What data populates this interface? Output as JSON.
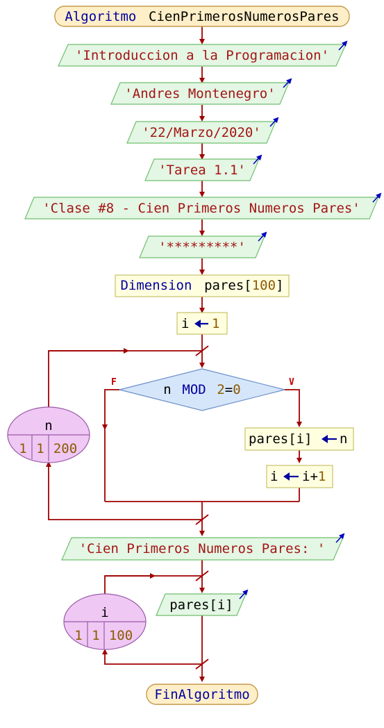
{
  "header": {
    "keyword": "Algoritmo",
    "name": "CienPrimerosNumerosPares"
  },
  "outputs": [
    "'Introduccion a la Programacion'",
    "'Andres Montenegro'",
    "'22/Marzo/2020'",
    "'Tarea 1.1'",
    "'Clase #8 - Cien Primeros Numeros Pares'",
    "'*********'"
  ],
  "dimension": {
    "keyword": "Dimension",
    "array": "pares",
    "open": "[",
    "size": "100",
    "close": "]"
  },
  "init": {
    "var": "i",
    "value": "1"
  },
  "loop1": {
    "var": "n",
    "start": "1",
    "step": "1",
    "end": "200"
  },
  "decision": {
    "left": "n",
    "op": "MOD",
    "divisor": "2",
    "cmp": "=",
    "value": "0",
    "false_label": "F",
    "true_label": "V"
  },
  "true_branch": {
    "assign1_target": "pares[i]",
    "assign1_value": "n",
    "assign2_target": "i",
    "assign2_var": "i",
    "assign2_plus": "+",
    "assign2_value": "1"
  },
  "output_final_title": "'Cien Primeros Numeros Pares: '",
  "loop2": {
    "var": "i",
    "start": "1",
    "step": "1",
    "end": "100"
  },
  "output_array": "pares[i]",
  "footer": {
    "keyword": "FinAlgoritmo"
  }
}
